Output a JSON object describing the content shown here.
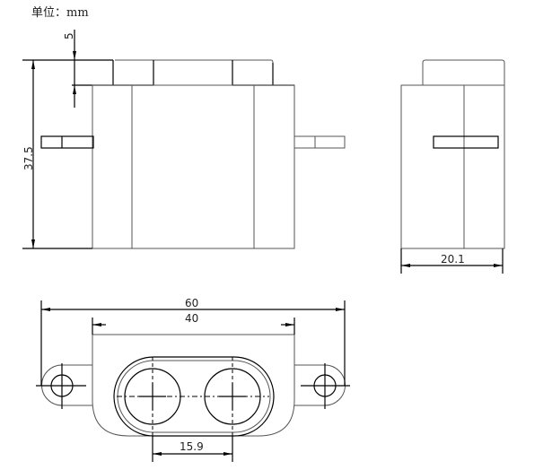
{
  "unit_label": "单位：mm",
  "dimensions": {
    "tab_height": "5",
    "total_height": "37.5",
    "depth": "20.1",
    "total_width": "60",
    "body_width": "40",
    "lens_spacing": "15.9"
  }
}
